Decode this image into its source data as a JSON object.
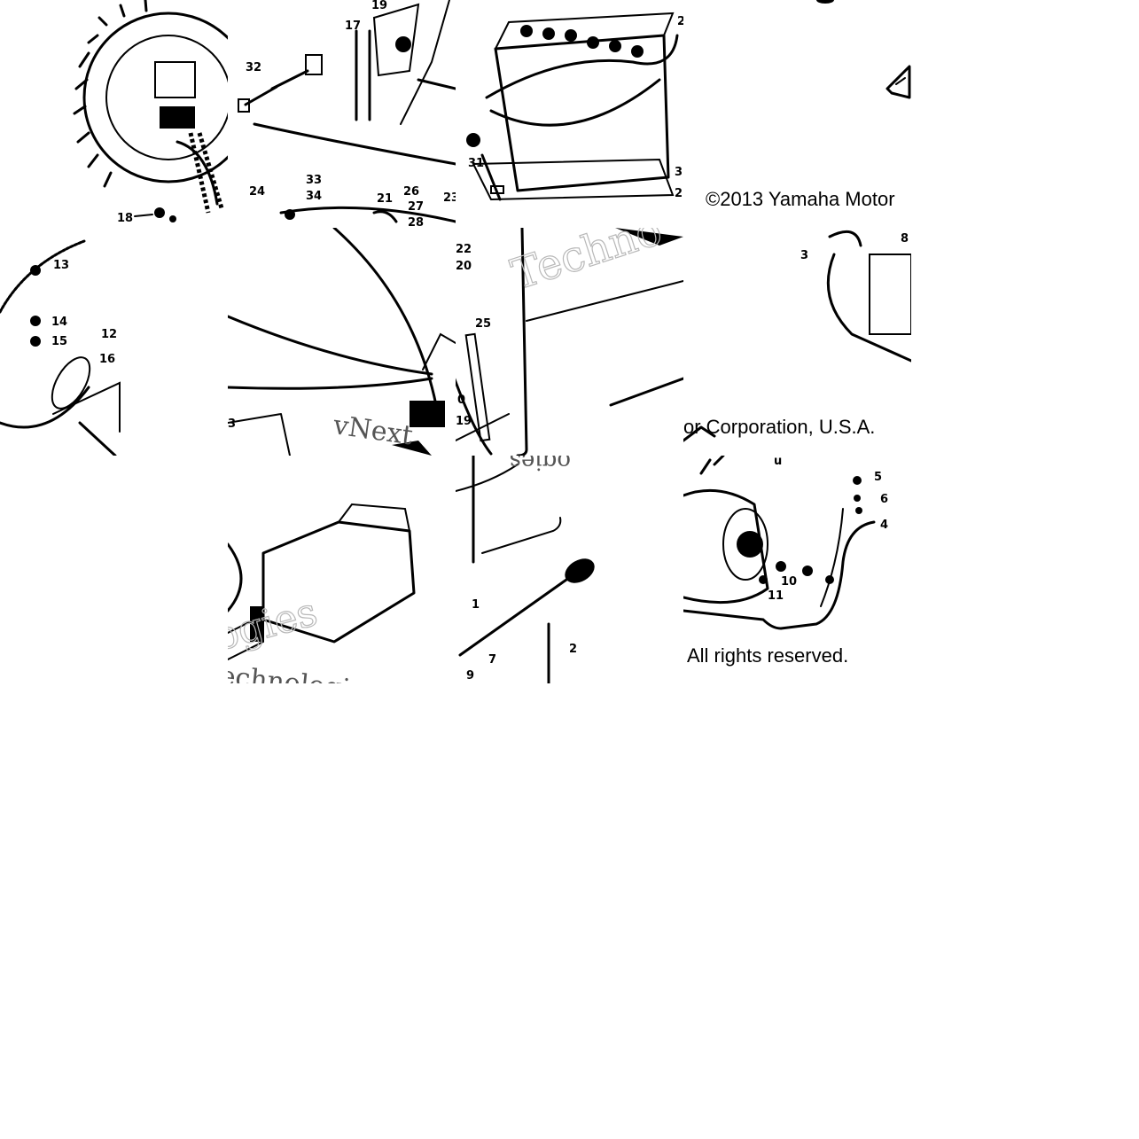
{
  "copyright": {
    "line1": "©2013 Yamaha Motor",
    "line2": "or Corporation, U.S.A.",
    "line3": "All rights reserved."
  },
  "watermark": {
    "brand": "vNext",
    "word_a": "Techno",
    "word_b": "ogies",
    "word_c": "echnologies"
  },
  "callouts": {
    "t01": [
      "32",
      "17",
      "19",
      "33",
      "34",
      "24",
      "21",
      "26",
      "27",
      "28",
      "23"
    ],
    "t02": [
      "31",
      "3",
      "2",
      "2"
    ],
    "t00": [
      "18"
    ],
    "t10": [
      "13",
      "14",
      "15",
      "12",
      "16"
    ],
    "t11": [
      "3"
    ],
    "t12": [
      "22",
      "20",
      "25",
      "0",
      "19"
    ],
    "t14": [
      "3",
      "8"
    ],
    "t22": [
      "1",
      "7",
      "9",
      "2"
    ],
    "t23": [
      "5",
      "6",
      "4",
      "10",
      "11",
      "u"
    ]
  }
}
